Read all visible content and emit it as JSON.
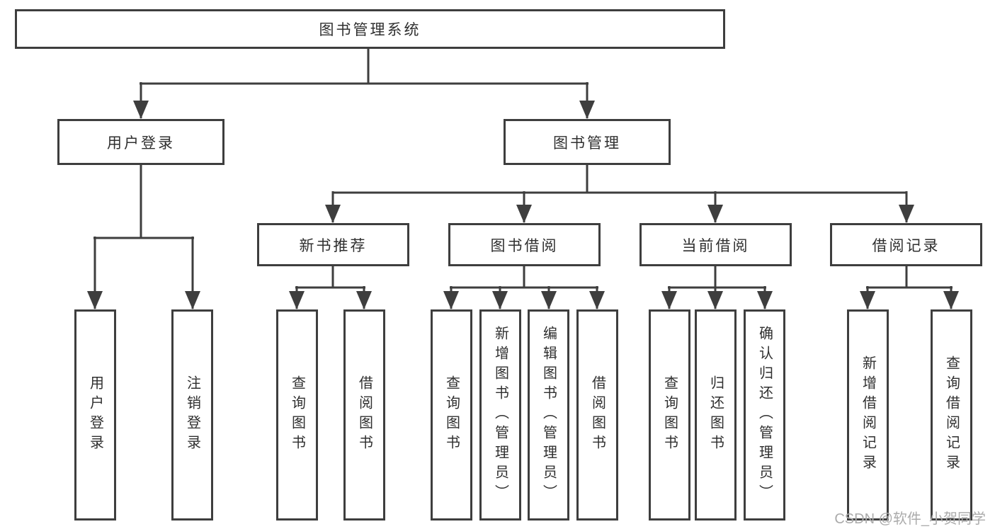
{
  "diagram": {
    "root": {
      "label": "图书管理系统",
      "children": [
        {
          "label": "用户登录",
          "children": [
            {
              "label": "用户登录"
            },
            {
              "label": "注销登录"
            }
          ]
        },
        {
          "label": "图书管理",
          "children": [
            {
              "label": "新书推荐",
              "children": [
                {
                  "label": "查询图书"
                },
                {
                  "label": "借阅图书"
                }
              ]
            },
            {
              "label": "图书借阅",
              "children": [
                {
                  "label": "查询图书"
                },
                {
                  "label": "新增图书（管理员）"
                },
                {
                  "label": "编辑图书（管理员）"
                },
                {
                  "label": "借阅图书"
                }
              ]
            },
            {
              "label": "当前借阅",
              "children": [
                {
                  "label": "查询图书"
                },
                {
                  "label": "归还图书"
                },
                {
                  "label": "确认归还（管理员）"
                }
              ]
            },
            {
              "label": "借阅记录",
              "children": [
                {
                  "label": "新增借阅记录"
                },
                {
                  "label": "查询借阅记录"
                }
              ]
            }
          ]
        }
      ]
    }
  },
  "watermark": {
    "text": "CSDN @软件_小贺同学"
  },
  "colors": {
    "line": "#3e3e3e",
    "text": "#2f2f2f",
    "background": "#ffffff",
    "watermark": "#ababab"
  }
}
